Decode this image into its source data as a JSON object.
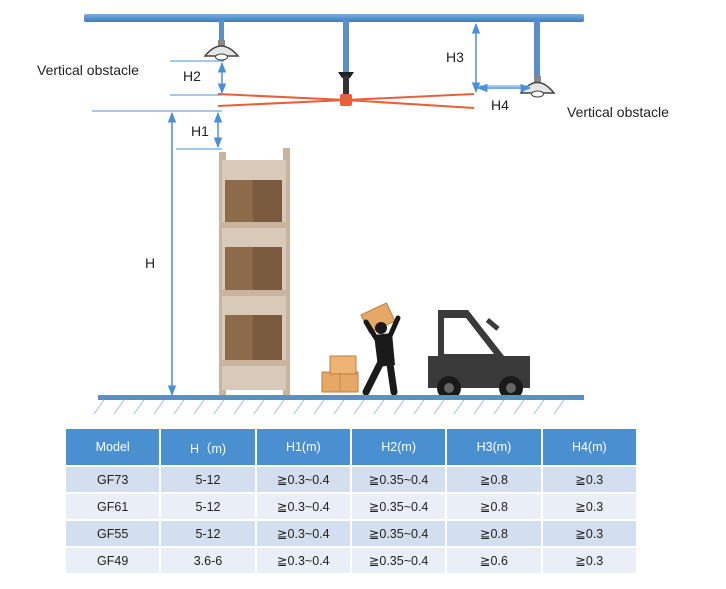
{
  "labels": {
    "vertical_obstacle_left": "Vertical obstacle",
    "vertical_obstacle_right": "Vertical obstacle",
    "h": "H",
    "h1": "H1",
    "h2": "H2",
    "h3": "H3",
    "h4": "H4"
  },
  "colors": {
    "ceiling_pipe": "#5b8fcc",
    "fan_blade": "#e8603a",
    "dimension_line": "#4a90d9",
    "shelf": "#c8b4a0",
    "box": "#8c6a4a",
    "silhouette": "#1a1a1a",
    "table_header": "#4a8fd0"
  },
  "table": {
    "headers": [
      "Model",
      "H（m)",
      "H1(m)",
      "H2(m)",
      "H3(m)",
      "H4(m)"
    ],
    "rows": [
      [
        "GF73",
        "5-12",
        "≧0.3~0.4",
        "≧0.35~0.4",
        "≧0.8",
        "≧0.3"
      ],
      [
        "GF61",
        "5-12",
        "≧0.3~0.4",
        "≧0.35~0.4",
        "≧0.8",
        "≧0.3"
      ],
      [
        "GF55",
        "5-12",
        "≧0.3~0.4",
        "≧0.35~0.4",
        "≧0.8",
        "≧0.3"
      ],
      [
        "GF49",
        "3.6-6",
        "≧0.3~0.4",
        "≧0.35~0.4",
        "≧0.6",
        "≧0.3"
      ]
    ]
  }
}
